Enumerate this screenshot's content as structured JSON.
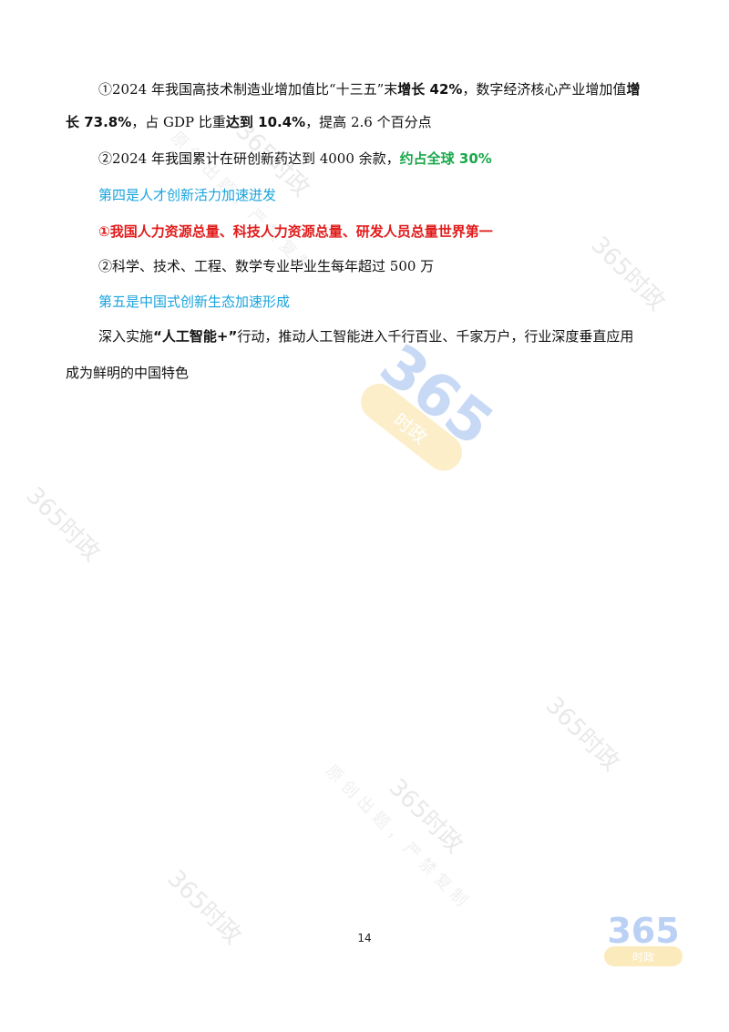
{
  "paragraphs": {
    "p1": {
      "a": "①2024 年我国高技术制造业增加值比“十三五”末",
      "b": "增长 42%",
      "c": "，数字经济核心产业增加值",
      "d": "增"
    },
    "p1b": {
      "a": "长 73.8%",
      "b": "，占 GDP 比重",
      "c": "达到 10.4%",
      "d": "，提高 2.6 个百分点"
    },
    "p2": {
      "a": "②2024 年我国累计在研创新药达到 4000 余款，",
      "b": "约占全球 30%"
    },
    "h4": "第四是人才创新活力加速迸发",
    "p3": "①我国人力资源总量、科技人力资源总量、研发人员总量世界第一",
    "p4": "②科学、技术、工程、数学专业毕业生每年超过 500 万",
    "h5": "第五是中国式创新生态加速形成",
    "p5": {
      "a": "深入实施",
      "b": "“人工智能+”",
      "c": "行动，推动人工智能进入千行百业、千家万户，行业深度垂直应用"
    },
    "p5b": "成为鲜明的中国特色"
  },
  "watermarks": {
    "brand": "365时政",
    "slogan1": "原创出题，严禁复制",
    "logo_text": "365",
    "logo_sub": "时政"
  },
  "page_number": "14",
  "colors": {
    "heading_blue": "#19a3dd",
    "highlight_green": "#1aa84a",
    "highlight_red": "#e11b1b",
    "logo_blue": "#3d7be0",
    "logo_yellow": "#f5c542"
  }
}
